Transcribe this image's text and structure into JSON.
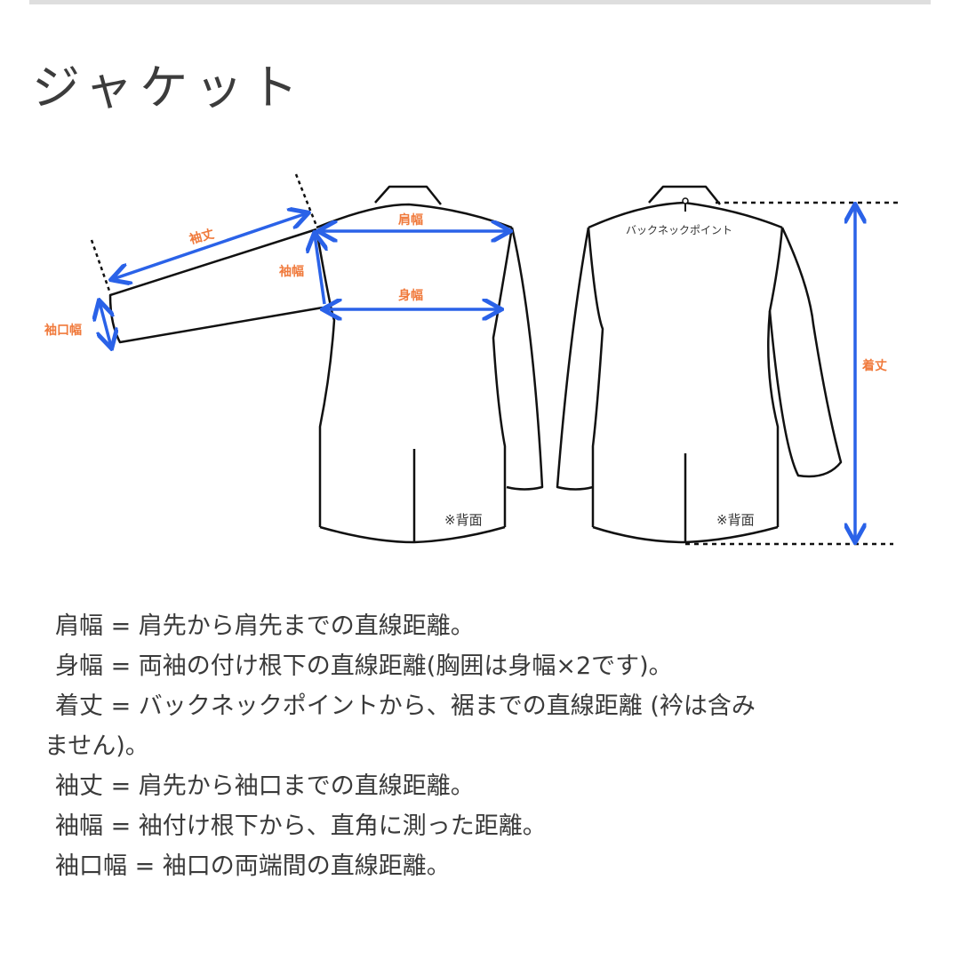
{
  "title": "ジャケット",
  "diagram": {
    "labels": {
      "sleeve_length": "袖丈",
      "shoulder_width": "肩幅",
      "sleeve_width": "袖幅",
      "body_width": "身幅",
      "cuff_width": "袖口幅",
      "total_length": "着丈",
      "back_neck_point": "バックネックポイント",
      "back_note_left": "※背面",
      "back_note_right": "※背面"
    },
    "colors": {
      "arrow": "#2a62e8",
      "label": "#f07a3c",
      "outline": "#111111"
    }
  },
  "definitions": [
    {
      "term": "肩幅",
      "sep": " = ",
      "desc": "肩先から肩先までの直線距離。"
    },
    {
      "term": "身幅",
      "sep": " = ",
      "desc": "両袖の付け根下の直線距離(胸囲は身幅×2です)。"
    },
    {
      "term": "着丈",
      "sep": " = ",
      "desc": "バックネックポイントから、裾までの直線距離 (衿は含み",
      "cont": "ません)。"
    },
    {
      "term": "袖丈",
      "sep": " = ",
      "desc": "肩先から袖口までの直線距離。"
    },
    {
      "term": "袖幅",
      "sep": " = ",
      "desc": "袖付け根下から、直角に測った距離。"
    },
    {
      "term": "袖口幅",
      "sep": " = ",
      "desc": "袖口の両端間の直線距離。"
    }
  ]
}
